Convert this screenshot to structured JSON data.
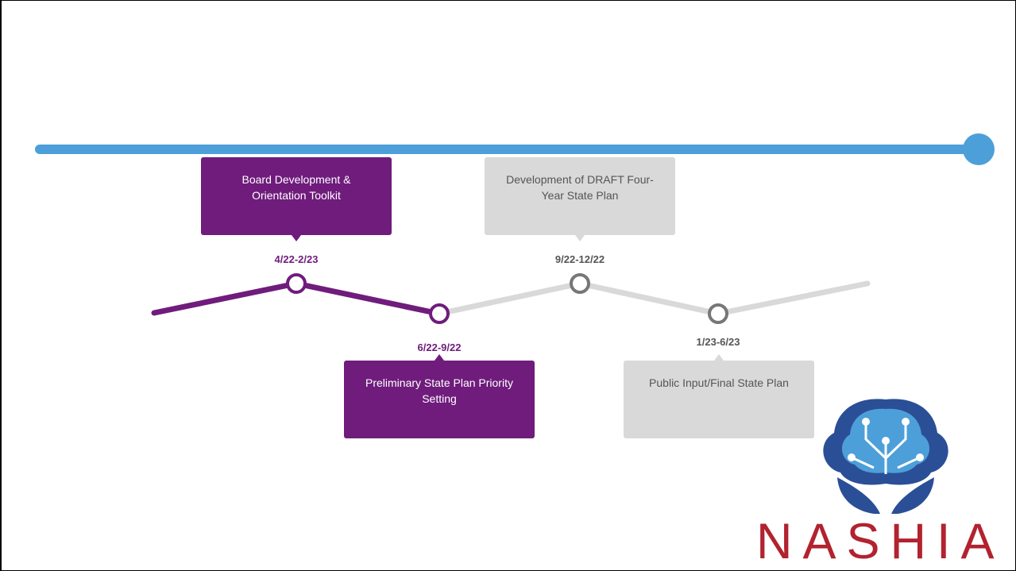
{
  "milestones": [
    {
      "date": "4/22-2/23",
      "label": "Board Development & Orientation Toolkit",
      "status": "complete"
    },
    {
      "date": "6/22-9/22",
      "label": "Preliminary State Plan Priority Setting",
      "status": "complete"
    },
    {
      "date": "9/22-12/22",
      "label": "Development of DRAFT Four-Year State Plan",
      "status": "upcoming"
    },
    {
      "date": "1/23-6/23",
      "label": "Public Input/Final State Plan",
      "status": "upcoming"
    }
  ],
  "logo": {
    "text": "NASHIA"
  },
  "colors": {
    "purple": "#6f1c7c",
    "gray_box": "#d9d9d9",
    "gray_line": "#d9d9d9",
    "gray_node": "#777777",
    "blue": "#4d9fd9",
    "logo_red": "#b2222f",
    "logo_blue": "#2b4f96"
  }
}
